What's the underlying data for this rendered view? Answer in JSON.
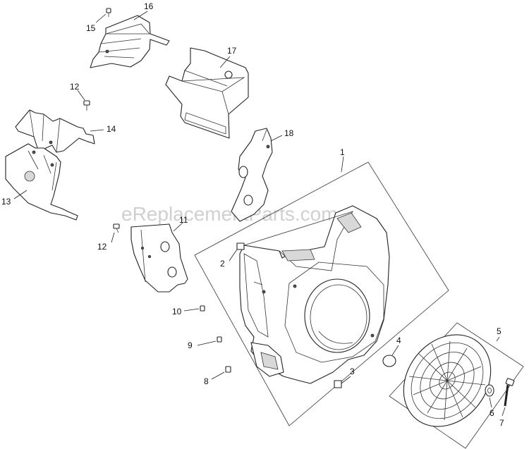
{
  "watermark": "eReplacementParts.com",
  "callouts": {
    "p1": "1",
    "p2": "2",
    "p3": "3",
    "p4": "4",
    "p5": "5",
    "p6": "6",
    "p7": "7",
    "p8": "8",
    "p9": "9",
    "p10": "10",
    "p11": "11",
    "p12a": "12",
    "p12b": "12",
    "p13": "13",
    "p14": "14",
    "p15": "15",
    "p16": "16",
    "p17": "17",
    "p18": "18"
  }
}
